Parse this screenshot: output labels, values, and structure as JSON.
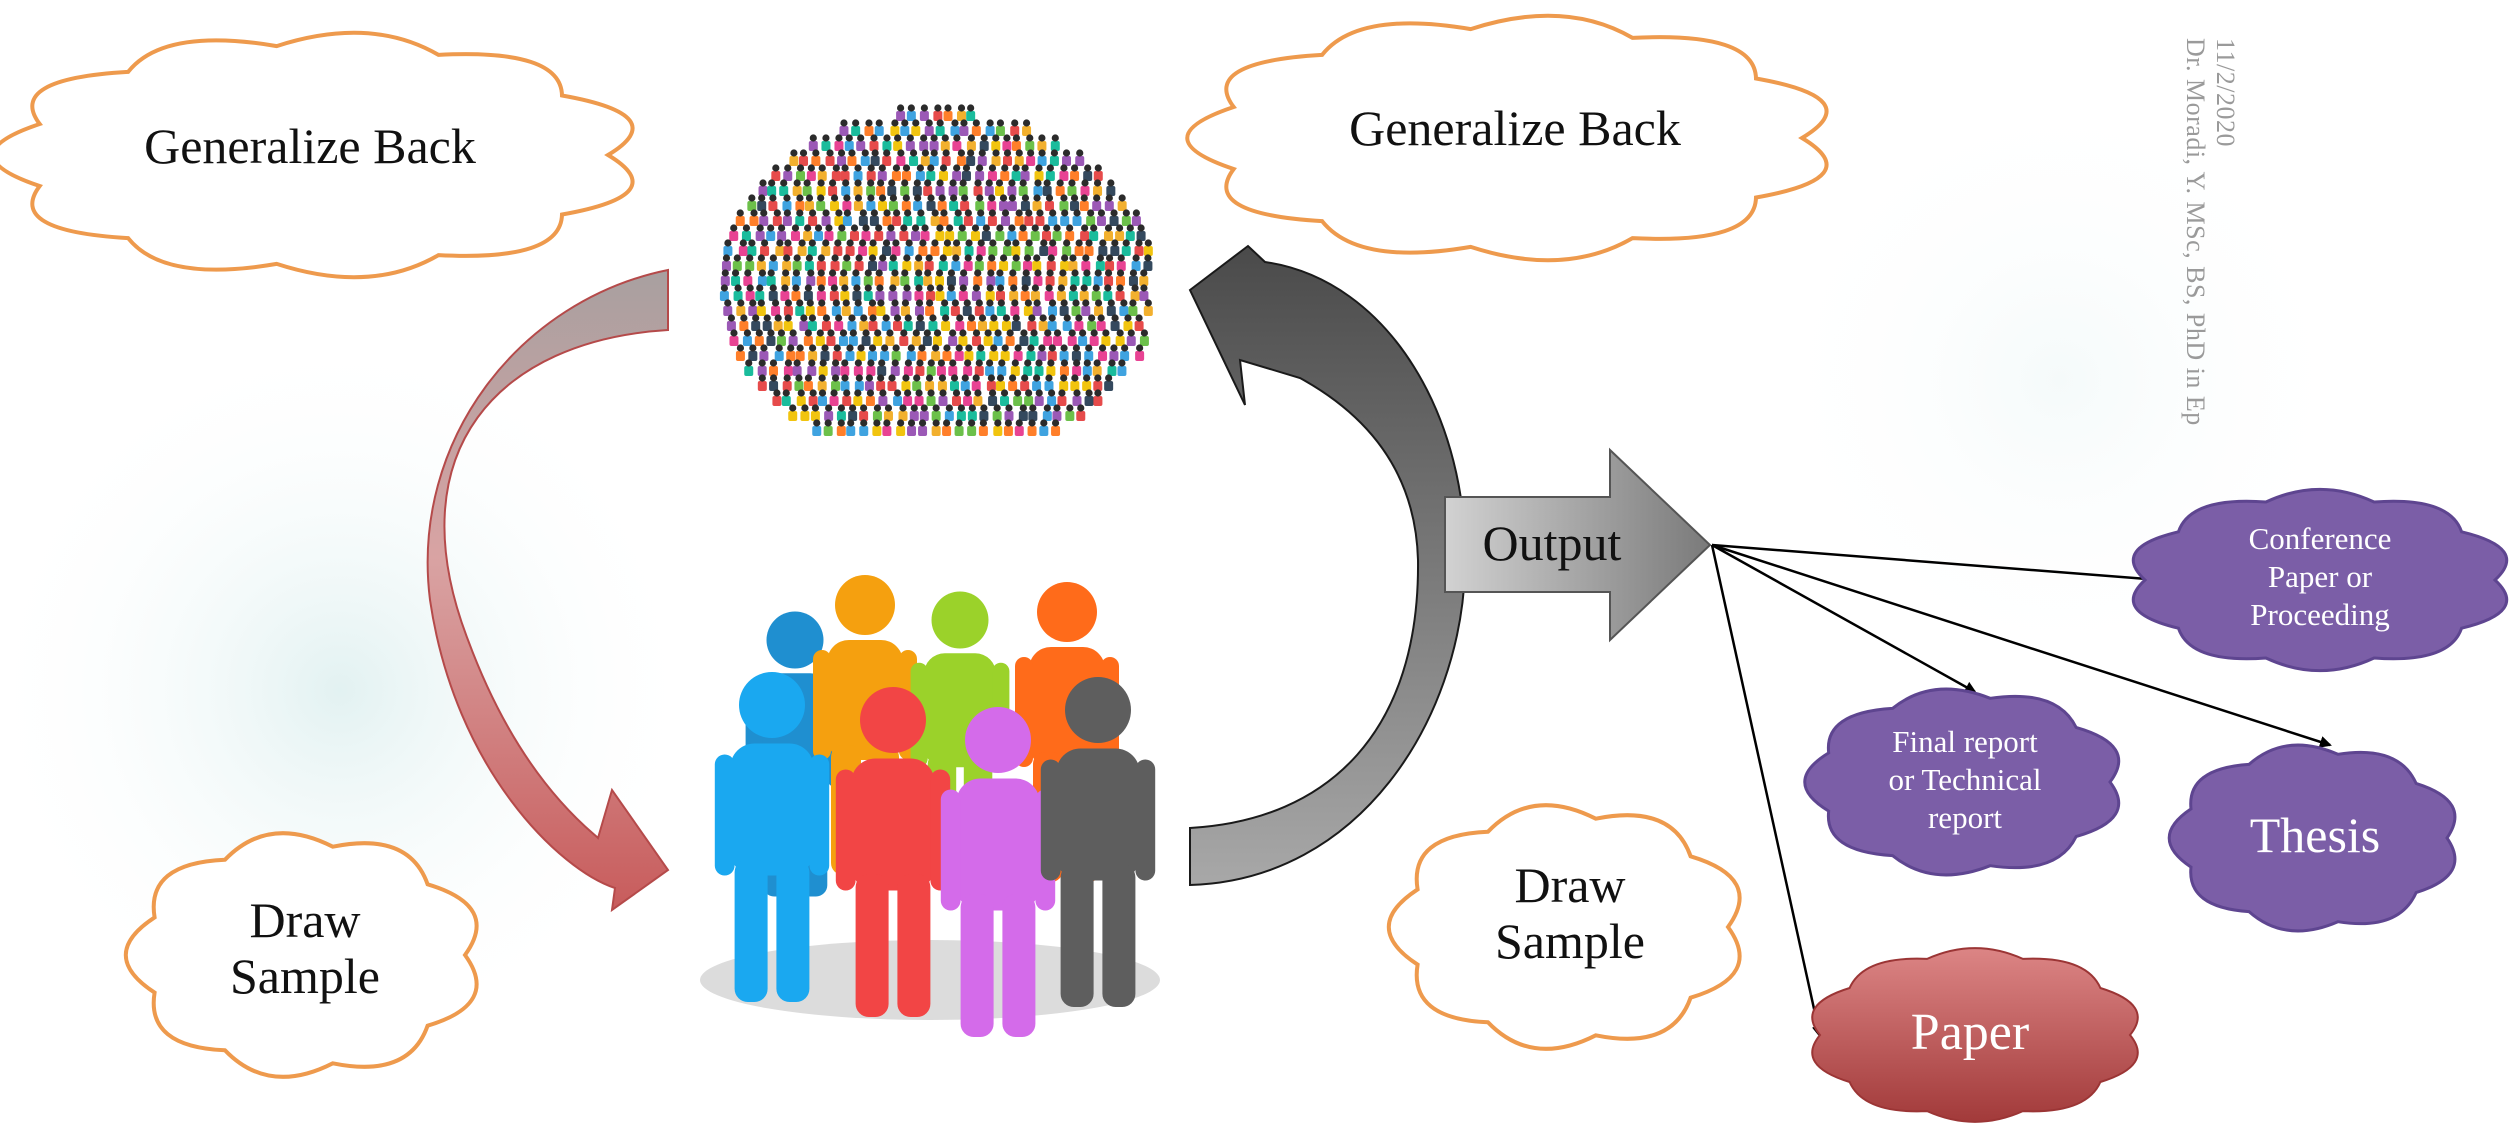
{
  "slide": {
    "watermark_author": "Dr. Moradi, Y. MSc, BS, PhD in Ep",
    "watermark_date": "11/2/2020"
  },
  "clouds": {
    "generalize_left": "Generalize Back",
    "generalize_right": "Generalize Back",
    "draw_left": [
      "Draw",
      "Sample"
    ],
    "draw_right": [
      "Draw",
      "Sample"
    ]
  },
  "output": {
    "label": "Output"
  },
  "outputs": {
    "conference": [
      "Conference",
      "Paper or",
      "Proceeding"
    ],
    "final_report": [
      "Final report",
      "or Technical",
      "report"
    ],
    "thesis": "Thesis",
    "paper": "Paper"
  },
  "colors": {
    "cloud_outline": "#ee9a4d",
    "purple_cloud": "#7b5ea7",
    "purple_cloud_border": "#5e4590",
    "paper_cloud_top": "#d97f7f",
    "paper_cloud_bottom": "#a83d3d",
    "left_arrow": "#c96767",
    "right_arrow": "#6d6d6d"
  },
  "icons": {
    "population": "crowd-icon",
    "sample": "people-group-icon"
  }
}
